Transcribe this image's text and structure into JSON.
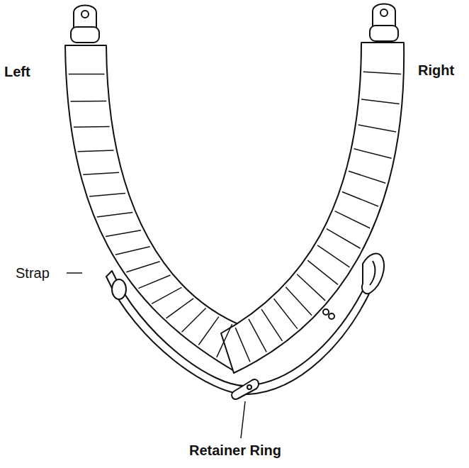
{
  "diagram": {
    "labels": [
      "Left",
      "Right",
      "Strap",
      "Retainer Ring"
    ]
  }
}
